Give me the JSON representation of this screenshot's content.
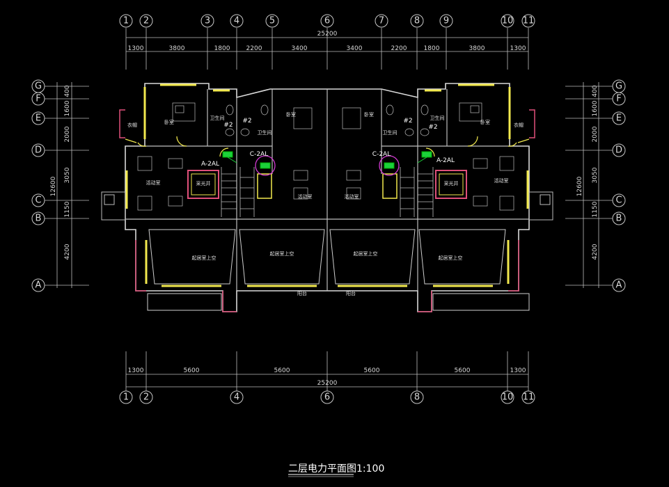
{
  "drawing": {
    "title": "二层电力平面图",
    "scale": "1:100",
    "total_width": "25200",
    "top_dims": [
      "1300",
      "3800",
      "1800",
      "2200",
      "3400",
      "3400",
      "2200",
      "1800",
      "3800",
      "1300"
    ],
    "bottom_dims": [
      "1300",
      "5600",
      "5600",
      "5600",
      "5600",
      "1300"
    ],
    "top_axes": [
      "1",
      "2",
      "3",
      "4",
      "5",
      "6",
      "7",
      "8",
      "9",
      "10",
      "11"
    ],
    "bottom_axes": [
      "1",
      "2",
      "4",
      "6",
      "8",
      "10",
      "11"
    ],
    "left_axes": [
      "G",
      "F",
      "E",
      "D",
      "C",
      "B",
      "A"
    ],
    "right_axes": [
      "G",
      "F",
      "E",
      "D",
      "C",
      "B",
      "A"
    ],
    "side_dims": [
      "400",
      "1600",
      "2000",
      "3050",
      "1150",
      "4200"
    ],
    "side_total": "12600"
  },
  "rooms": {
    "bedroom": "卧室",
    "bathroom": "卫生间",
    "activity": "活动室",
    "garage_top": "起居室上空",
    "void": "采光井",
    "balcony": "阳台",
    "dressing": "衣帽"
  },
  "panels": [
    "A-2AL",
    "C-2AL",
    "C-2AL",
    "A-2AL"
  ],
  "tags": [
    "#2",
    "#2",
    "#2",
    "#2"
  ]
}
